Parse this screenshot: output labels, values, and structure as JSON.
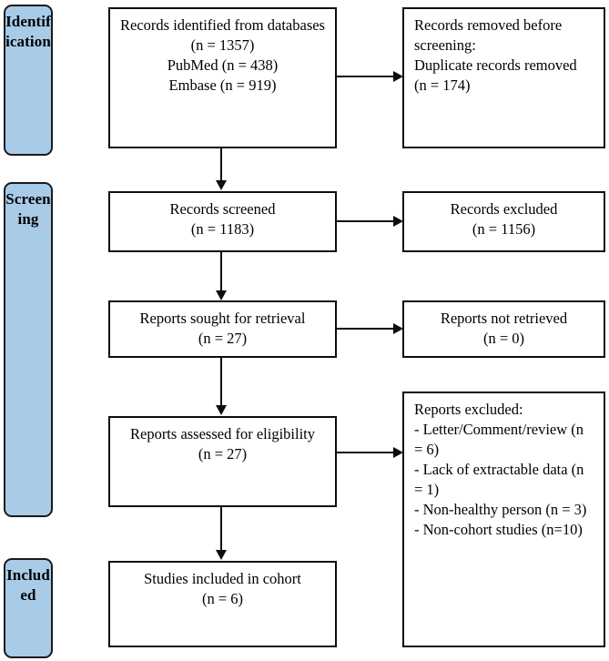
{
  "diagram": {
    "title": "PRISMA flow diagram",
    "accent_color": "#a8cbe8",
    "border_color": "#0d0d0d"
  },
  "stages": [
    {
      "name": "identification",
      "label": "Identification"
    },
    {
      "name": "screening",
      "label": "Screening"
    },
    {
      "name": "included",
      "label": "Included"
    }
  ],
  "flow": {
    "identified": {
      "text": "Records identified from databases\n(n = 1357)\nPubMed (n = 438)\nEmbase (n = 919)",
      "count": 1357,
      "sources": [
        {
          "name": "PubMed",
          "n": 438
        },
        {
          "name": "Embase",
          "n": 919
        }
      ]
    },
    "removed_before_screening": {
      "text": "Records removed before screening:\n    Duplicate records removed\n(n = 174)",
      "count": 174
    },
    "screened": {
      "text": "Records screened\n(n = 1183)",
      "count": 1183
    },
    "records_excluded": {
      "text": "Records excluded\n(n = 1156)",
      "count": 1156
    },
    "sought_for_retrieval": {
      "text": "Reports sought for retrieval\n(n = 27)",
      "count": 27
    },
    "not_retrieved": {
      "text": "Reports not retrieved\n(n = 0)",
      "count": 0
    },
    "assessed_for_eligibility": {
      "text": "Reports assessed for eligibility\n(n = 27)",
      "count": 27
    },
    "reports_excluded": {
      "text": "Reports excluded:\n- Letter/Comment/review (n = 6)\n- Lack of extractable data (n = 1)\n- Non-healthy person (n = 3)\n- Non-cohort studies (n=10)",
      "reasons": [
        {
          "reason": "Letter/Comment/review",
          "n": 6
        },
        {
          "reason": "Lack of extractable data",
          "n": 1
        },
        {
          "reason": "Non-healthy person",
          "n": 3
        },
        {
          "reason": "Non-cohort studies",
          "n": 10
        }
      ]
    },
    "included_studies": {
      "text": "Studies included in cohort\n(n = 6)",
      "count": 6
    }
  }
}
